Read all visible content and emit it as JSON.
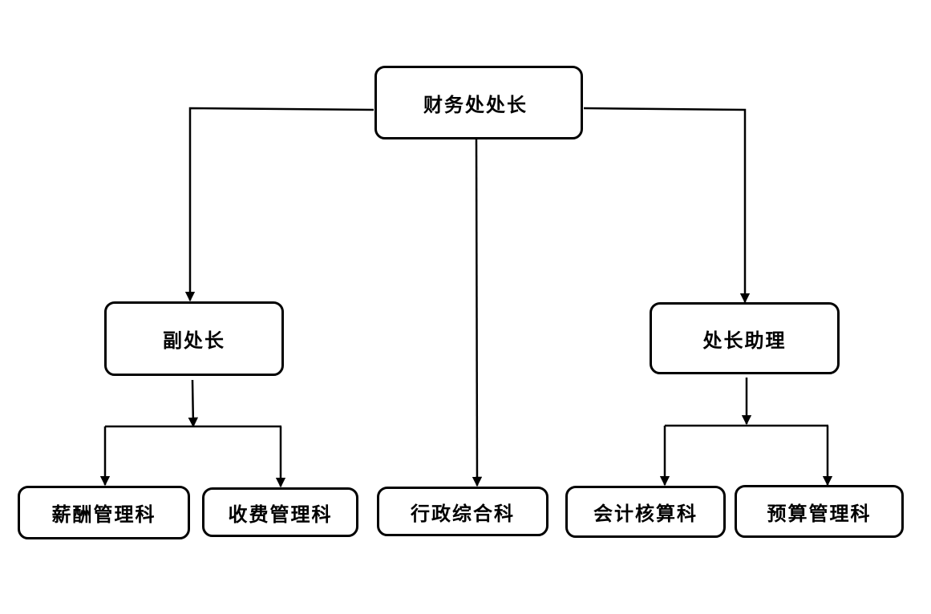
{
  "colors": {
    "stroke": "#000000",
    "background": "#ffffff"
  },
  "nodes": {
    "director": "财务处处长",
    "deputy": "副处长",
    "assistant": "处长助理",
    "salary": "薪酬管理科",
    "fees": "收费管理科",
    "admin": "行政综合科",
    "accounting": "会计核算科",
    "budget": "预算管理科"
  }
}
